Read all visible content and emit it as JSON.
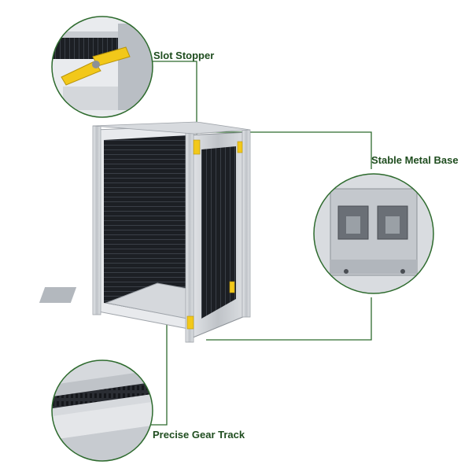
{
  "callouts": {
    "slot_stopper": "Slot Stopper",
    "stable_metal_base": "Stable Metal Base",
    "precise_gear_track": "Precise Gear Track"
  },
  "colors": {
    "leader_line": "#2e6b2e",
    "circle_border": "#2e6b2e",
    "frame_aluminum": "#c9ccd0",
    "slot_black": "#1c1f24",
    "stopper_yellow": "#f2c81a"
  },
  "icons": {
    "product": "smt-magazine-rack",
    "detail_1": "yellow-slot-stopper-closeup",
    "detail_2": "metal-base-plate-closeup",
    "detail_3": "gear-track-closeup"
  }
}
